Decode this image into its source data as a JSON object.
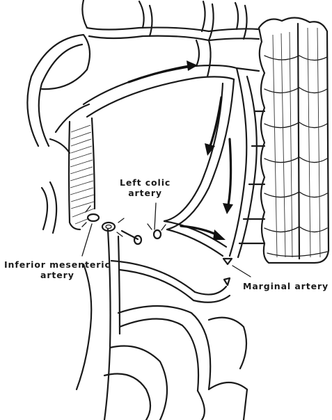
{
  "labels": {
    "left_colic": [
      "Left colic",
      "artery"
    ],
    "inferior_mesenteric": [
      "Inferior mesenteric",
      "artery"
    ],
    "marginal": "Marginal artery"
  }
}
